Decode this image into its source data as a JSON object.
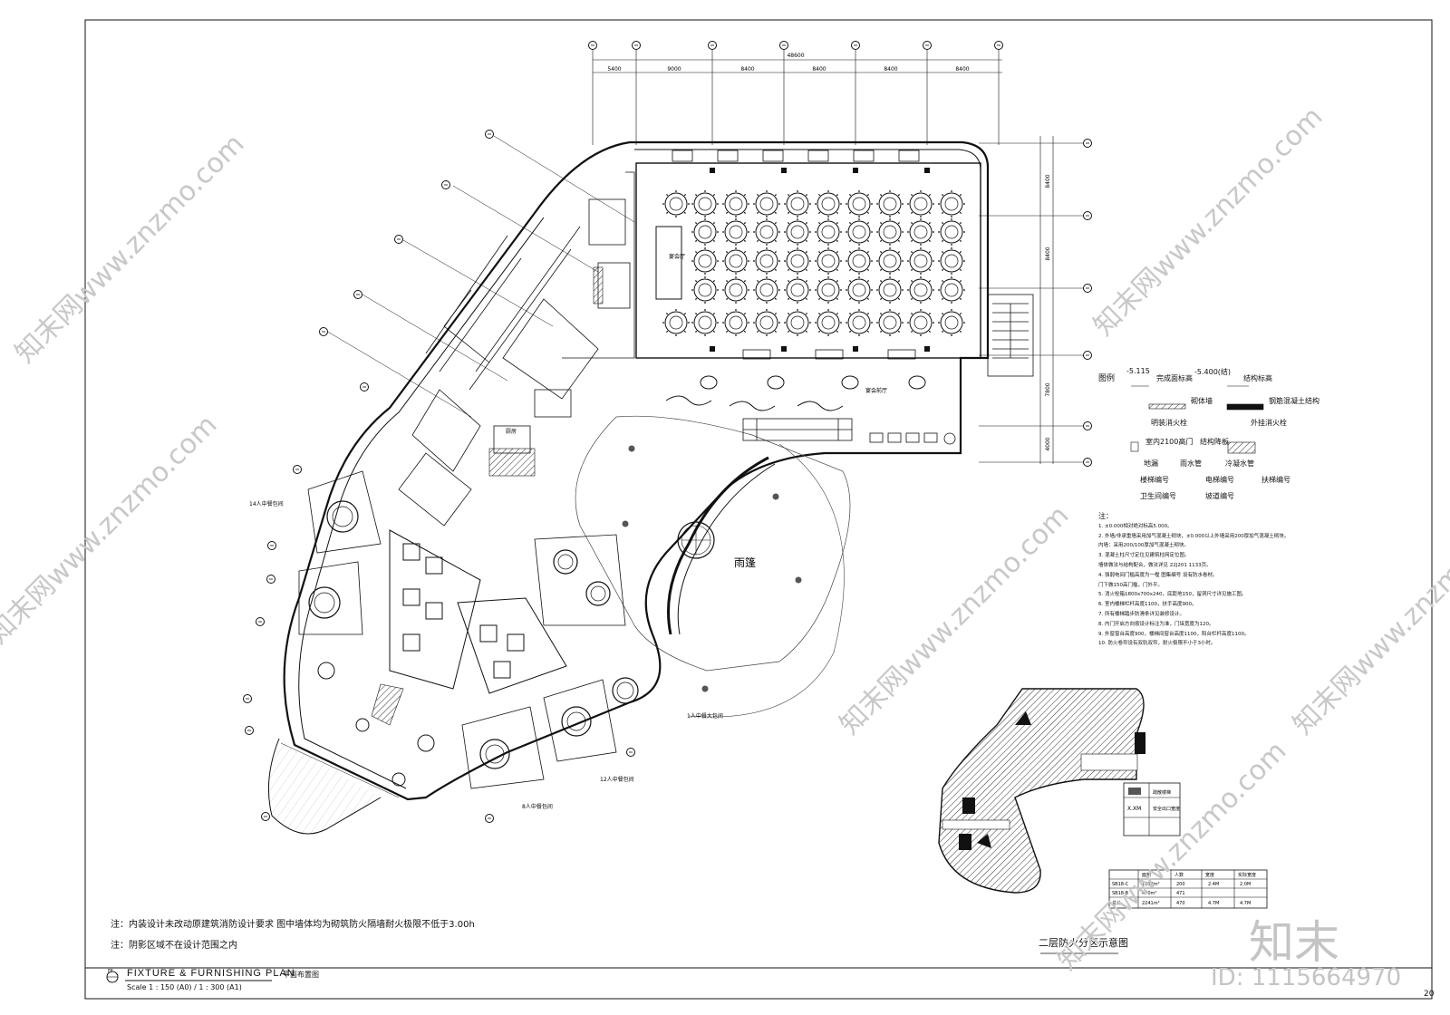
{
  "sheet": {
    "title_en": "FIXTURE & FURNISHING PLAN",
    "title_cn": "平面布置图",
    "scale": "Scale 1 : 150 (A0) / 1 : 300 (A1)",
    "sheet_no": "20",
    "title_marker": "FF"
  },
  "notes_main": [
    "注：内装设计未改动原建筑消防设计要求 图中墙体均为砌筑防火隔墙耐火极限不低于3.00h",
    "注：阴影区域不在设计范围之内"
  ],
  "dimensions_top": [
    "5400",
    "9000",
    "8400",
    "8400",
    "8400",
    "8400"
  ],
  "dimension_total": "48600",
  "dimensions_right": [
    "8400",
    "8400",
    "7800",
    "4000"
  ],
  "room_labels": {
    "canopy": "雨篷",
    "banquet_hall": "宴会厅",
    "banquet_foyer": "宴会前厅",
    "private_room_14": "14人中餐包间",
    "private_room_12": "12人中餐包间",
    "private_room_8": "8人中餐包间",
    "vip_room": "1人中餐大包间",
    "kitchen": "厨房"
  },
  "legend": {
    "title": "图例",
    "rows": [
      {
        "a": "完成面标高",
        "b": "结构标高",
        "a_sym": "-5.115",
        "b_sym": "-5.400(结)"
      },
      {
        "a": "砌体墙",
        "b": "钢筋混凝土结构"
      },
      {
        "a": "明装消火栓",
        "b": "外挂消火栓"
      },
      {
        "a": "室内2100高门",
        "b": "结构降板"
      },
      {
        "a": "地漏",
        "b": "雨水管",
        "c": "冷凝水管"
      },
      {
        "a": "楼梯编号",
        "b": "电梯编号",
        "c": "扶梯编号"
      },
      {
        "a": "卫生间编号",
        "b": "坡道编号"
      }
    ]
  },
  "spec_notes": [
    "注：",
    "1. ±0.000相对绝对标高5.000。",
    "2. 外墙/非承重墙采用加气混凝土砌块，±0.000以上外墙采用200厚加气混凝土砌块。",
    "内墙：采用200/100厚加气混凝土砌块。",
    "3. 混凝土柱尺寸定位见建筑柱网定位图。",
    "墙体做法与结构配合，做法详见 22J201 1133页。",
    "4. 强弱电间门槛高度为一樘 图集编号 设有防水卷材。",
    "门下做150高门槛，门外平。",
    "5. 消火栓箱1800x700x240，底距地150，留洞尺寸详见施工图。",
    "6. 室内楼梯栏杆高度1100，扶手高度900。",
    "7. 所有楼梯踏步防滑条详见装修设计。",
    "8. 内门开启方向按设计标注为准，门垛宽度为120。",
    "9. 外窗窗台高度900，楼梯间窗台高度1100，阳台栏杆高度1100。",
    "10. 防火卷帘设有双轨双帘，耐火极限不小于3小时。"
  ],
  "fire_zone": {
    "caption": "二层防火分区示意图",
    "legend_items": [
      "疏散楼梯",
      "X.XM",
      "安全出口宽度"
    ],
    "table_header": [
      "",
      "面积",
      "人数",
      "宽度",
      "实际宽度"
    ],
    "table_rows": [
      [
        "SB18-C",
        "1399m²",
        "200",
        "2.4M",
        "2.0M"
      ],
      [
        "SB18-B",
        "470m²",
        "471",
        "",
        ""
      ],
      [
        "总计",
        "2241m²",
        "470",
        "4.7M",
        "4.7M"
      ]
    ]
  },
  "watermarks": {
    "text": "知末网www.znzmo.com",
    "logo": "知末",
    "id": "ID: 1115664970"
  },
  "colors": {
    "line": "#1a1a1a",
    "hatch": "#555555",
    "watermark": "#cfcfcf",
    "paper": "#ffffff"
  }
}
